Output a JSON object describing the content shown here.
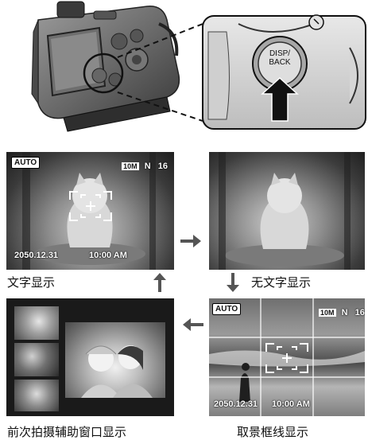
{
  "camera": {
    "button_line1": "DISP/",
    "button_line2": "BACK"
  },
  "screens": {
    "text_display": {
      "mode_badge": "AUTO",
      "image_size": "10M",
      "quality": "N",
      "frames": "16",
      "date": "2050.12.31",
      "time": "10:00 AM",
      "caption": "文字显示"
    },
    "no_text_display": {
      "caption": "无文字显示"
    },
    "framing_guide": {
      "mode_badge": "AUTO",
      "image_size": "10M",
      "quality": "N",
      "frames": "16",
      "date": "2050.12.31",
      "time": "10:00 AM",
      "caption": "取景框线显示"
    },
    "previous_shot_assist": {
      "caption": "前次拍摄辅助窗口显示"
    }
  },
  "icons": [
    "camera-illustration",
    "press-arrow-icon",
    "focus-frame-icon",
    "flow-arrow-icon"
  ]
}
